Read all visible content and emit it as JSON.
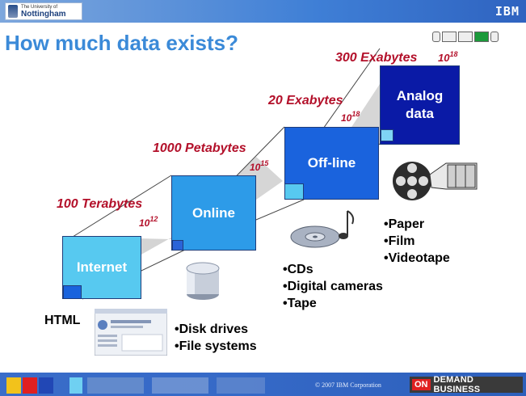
{
  "header": {
    "university_line1": "The University of",
    "university_line2": "Nottingham",
    "company_logo": "IBM",
    "title": "How much data exists?"
  },
  "stages": [
    {
      "box_label": "Internet",
      "amount": "",
      "exponent_base": "",
      "exponent": ""
    },
    {
      "box_label": "Online",
      "amount": "100 Terabytes",
      "exponent_base": "10",
      "exponent": "12"
    },
    {
      "box_label": "Off-line",
      "amount": "1000 Petabytes",
      "exponent_base": "10",
      "exponent": "15"
    },
    {
      "box_label_line1": "Analog",
      "box_label_line2": "data",
      "amount": "20 Exabytes",
      "exponent_base": "10",
      "exponent": "18"
    }
  ],
  "analog_total": {
    "amount": "300 Exabytes",
    "exponent_base": "10",
    "exponent": "18"
  },
  "examples": {
    "internet": "HTML",
    "online": [
      "•Disk drives",
      "•File systems"
    ],
    "offline": [
      "•CDs",
      "•Digital cameras",
      "•Tape"
    ],
    "analog": [
      "•Paper",
      "•Film",
      "•Videotape"
    ]
  },
  "footer": {
    "copyright": "© 2007 IBM Corporation",
    "on": "ON",
    "brand_rest": "DEMAND BUSINESS"
  },
  "colors": {
    "accent_red": "#b3102a",
    "title_blue": "#3b8ad8",
    "internet_box": "#57c9f0",
    "online_box": "#2d9be8",
    "offline_box": "#1a63dd",
    "analog_box": "#0a1aa6"
  },
  "icons": [
    "disk-drive-icon",
    "cd-music-icon",
    "film-reel-icon",
    "browser-screenshot-icon"
  ]
}
